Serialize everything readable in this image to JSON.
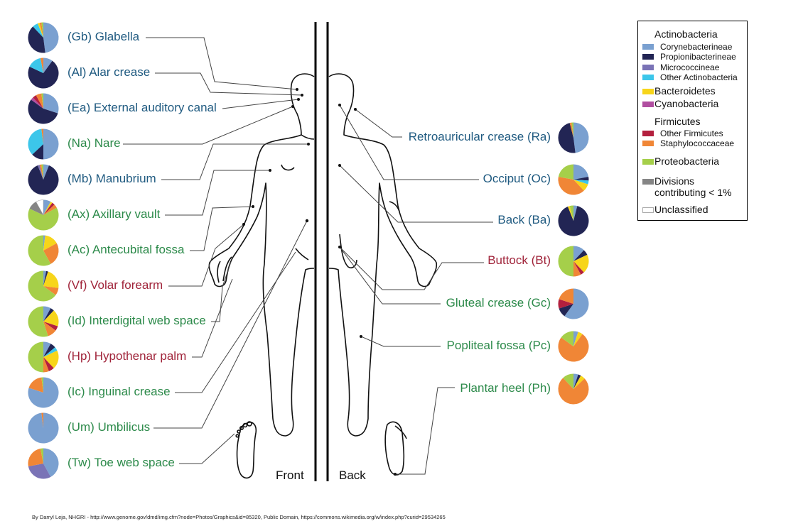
{
  "view_labels": {
    "front": "Front",
    "back": "Back"
  },
  "colors": {
    "corynebacterineae": "#7aa0d0",
    "propionibacterineae": "#222554",
    "micrococcineae": "#7a73b6",
    "other_actinobacteria": "#3cc6ea",
    "bacteroidetes": "#f7d51a",
    "cyanobacteria": "#b04ea0",
    "other_firmicutes": "#b3203e",
    "staphylococcaceae": "#f08636",
    "proteobacteria": "#a5cf4a",
    "divisions_lt1": "#858585",
    "unclassified": "#ffffff",
    "label_blue": "#1f5a80",
    "label_green": "#2c8a4a",
    "label_red": "#a0243a"
  },
  "legend": {
    "groups": [
      {
        "heading": "Actinobacteria",
        "items": [
          {
            "label": "Corynebacterineae",
            "color_key": "corynebacterineae"
          },
          {
            "label": "Propionibacterineae",
            "color_key": "propionibacterineae"
          },
          {
            "label": "Micrococcineae",
            "color_key": "micrococcineae"
          },
          {
            "label": "Other Actinobacteria",
            "color_key": "other_actinobacteria"
          }
        ]
      },
      {
        "heading": "Bacteroidetes",
        "color_key": "bacteroidetes"
      },
      {
        "heading": "Cyanobacteria",
        "color_key": "cyanobacteria"
      },
      {
        "heading": "Firmicutes",
        "items": [
          {
            "label": "Other Firmicutes",
            "color_key": "other_firmicutes"
          },
          {
            "label": "Staphylococcaceae",
            "color_key": "staphylococcaceae"
          }
        ]
      },
      {
        "heading": "Proteobacteria",
        "color_key": "proteobacteria"
      },
      {
        "heading": "Divisions",
        "heading2": "contributing < 1%",
        "color_key": "divisions_lt1"
      },
      {
        "heading": "Unclassified",
        "color_key": "unclassified"
      }
    ]
  },
  "chart_data": {
    "type": "pie",
    "units": "percent of sequences",
    "sites": [
      {
        "code": "Gb",
        "label": "(Gb) Glabella",
        "side": "left",
        "color_group": "blue",
        "slices": {
          "corynebacterineae": 48,
          "propionibacterineae": 40,
          "other_actinobacteria": 6,
          "staphylococcaceae": 2,
          "bacteroidetes": 2,
          "proteobacteria": 2
        }
      },
      {
        "code": "Al",
        "label": "(Al) Alar crease",
        "side": "left",
        "color_group": "blue",
        "slices": {
          "propionibacterineae": 72,
          "other_actinobacteria": 15,
          "corynebacterineae": 10,
          "staphylococcaceae": 3
        }
      },
      {
        "code": "Ea",
        "label": "(Ea) External auditory canal",
        "side": "left",
        "color_group": "blue",
        "slices": {
          "corynebacterineae": 30,
          "propionibacterineae": 55,
          "cyanobacteria": 3,
          "other_firmicutes": 4,
          "staphylococcaceae": 6,
          "proteobacteria": 2
        }
      },
      {
        "code": "Na",
        "label": "(Na) Nare",
        "side": "left",
        "color_group": "green",
        "slices": {
          "other_actinobacteria": 35,
          "corynebacterineae": 50,
          "propionibacterineae": 13,
          "staphylococcaceae": 2
        }
      },
      {
        "code": "Mb",
        "label": "(Mb) Manubrium",
        "side": "left",
        "color_group": "blue",
        "slices": {
          "propionibacterineae": 88,
          "corynebacterineae": 6,
          "micrococcineae": 2,
          "staphylococcaceae": 2,
          "proteobacteria": 2
        }
      },
      {
        "code": "Ax",
        "label": "(Ax) Axillary vault",
        "side": "left",
        "color_group": "green",
        "slices": {
          "corynebacterineae": 8,
          "staphylococcaceae": 4,
          "other_firmicutes": 3,
          "bacteroidetes": 2,
          "proteobacteria": 65,
          "divisions_lt1": 10,
          "unclassified": 8
        }
      },
      {
        "code": "Ac",
        "label": "(Ac) Antecubital fossa",
        "side": "left",
        "color_group": "green",
        "slices": {
          "bacteroidetes": 15,
          "staphylococcaceae": 25,
          "proteobacteria": 58,
          "corynebacterineae": 2
        }
      },
      {
        "code": "Vf",
        "label": "(Vf) Volar forearm",
        "side": "left",
        "color_group": "red",
        "slices": {
          "bacteroidetes": 22,
          "staphylococcaceae": 8,
          "proteobacteria": 65,
          "corynebacterineae": 3,
          "propionibacterineae": 2
        }
      },
      {
        "code": "Id",
        "label": "(Id) Interdigital web space",
        "side": "left",
        "color_group": "green",
        "slices": {
          "corynebacterineae": 8,
          "propionibacterineae": 4,
          "bacteroidetes": 18,
          "other_firmicutes": 5,
          "staphylococcaceae": 10,
          "proteobacteria": 55
        }
      },
      {
        "code": "Hp",
        "label": "(Hp) Hypothenar palm",
        "side": "left",
        "color_group": "red",
        "slices": {
          "corynebacterineae": 8,
          "propionibacterineae": 6,
          "other_actinobacteria": 4,
          "bacteroidetes": 20,
          "other_firmicutes": 6,
          "staphylococcaceae": 6,
          "proteobacteria": 50
        }
      },
      {
        "code": "Ic",
        "label": "(Ic) Inguinal crease",
        "side": "left",
        "color_group": "green",
        "slices": {
          "corynebacterineae": 80,
          "staphylococcaceae": 18,
          "proteobacteria": 2
        }
      },
      {
        "code": "Um",
        "label": "(Um) Umbilicus",
        "side": "left",
        "color_group": "green",
        "slices": {
          "corynebacterineae": 98,
          "staphylococcaceae": 2
        }
      },
      {
        "code": "Tw",
        "label": "(Tw) Toe web space",
        "side": "left",
        "color_group": "green",
        "slices": {
          "corynebacterineae": 42,
          "micrococcineae": 30,
          "staphylococcaceae": 25,
          "proteobacteria": 3
        }
      },
      {
        "code": "Ra",
        "label": "Retroauricular crease (Ra)",
        "side": "right",
        "color_group": "blue",
        "slices": {
          "corynebacterineae": 48,
          "propionibacterineae": 48,
          "staphylococcaceae": 2,
          "proteobacteria": 2
        }
      },
      {
        "code": "Oc",
        "label": "Occiput (Oc)",
        "side": "right",
        "color_group": "blue",
        "slices": {
          "corynebacterineae": 22,
          "bacteroidetes": 8,
          "staphylococcaceae": 40,
          "proteobacteria": 22,
          "propionibacterineae": 4,
          "other_actinobacteria": 4
        }
      },
      {
        "code": "Ba",
        "label": "Back (Ba)",
        "side": "right",
        "color_group": "blue",
        "slices": {
          "propionibacterineae": 90,
          "corynebacterineae": 4,
          "bacteroidetes": 2,
          "proteobacteria": 4
        }
      },
      {
        "code": "Bt",
        "label": "Buttock (Bt)",
        "side": "right",
        "color_group": "red",
        "slices": {
          "corynebacterineae": 12,
          "propionibacterineae": 6,
          "bacteroidetes": 20,
          "other_firmicutes": 4,
          "staphylococcaceae": 8,
          "proteobacteria": 50
        }
      },
      {
        "code": "Gc",
        "label": "Gluteal crease (Gc)",
        "side": "right",
        "color_group": "green",
        "slices": {
          "corynebacterineae": 60,
          "propionibacterineae": 10,
          "other_firmicutes": 10,
          "staphylococcaceae": 20
        }
      },
      {
        "code": "Pc",
        "label": "Popliteal fossa (Pc)",
        "side": "right",
        "color_group": "green",
        "slices": {
          "staphylococcaceae": 75,
          "proteobacteria": 15,
          "bacteroidetes": 5,
          "corynebacterineae": 5
        }
      },
      {
        "code": "Ph",
        "label": "Plantar heel (Ph)",
        "side": "right",
        "color_group": "green",
        "slices": {
          "staphylococcaceae": 75,
          "proteobacteria": 12,
          "bacteroidetes": 5,
          "propionibacterineae": 3,
          "corynebacterineae": 5
        }
      }
    ]
  },
  "credit": "By Darryl Leja, NHGRI - http://www.genome.gov/dmd/img.cfm?node=Photos/Graphics&id=85320, Public Domain, https://commons.wikimedia.org/w/index.php?curid=29534265"
}
